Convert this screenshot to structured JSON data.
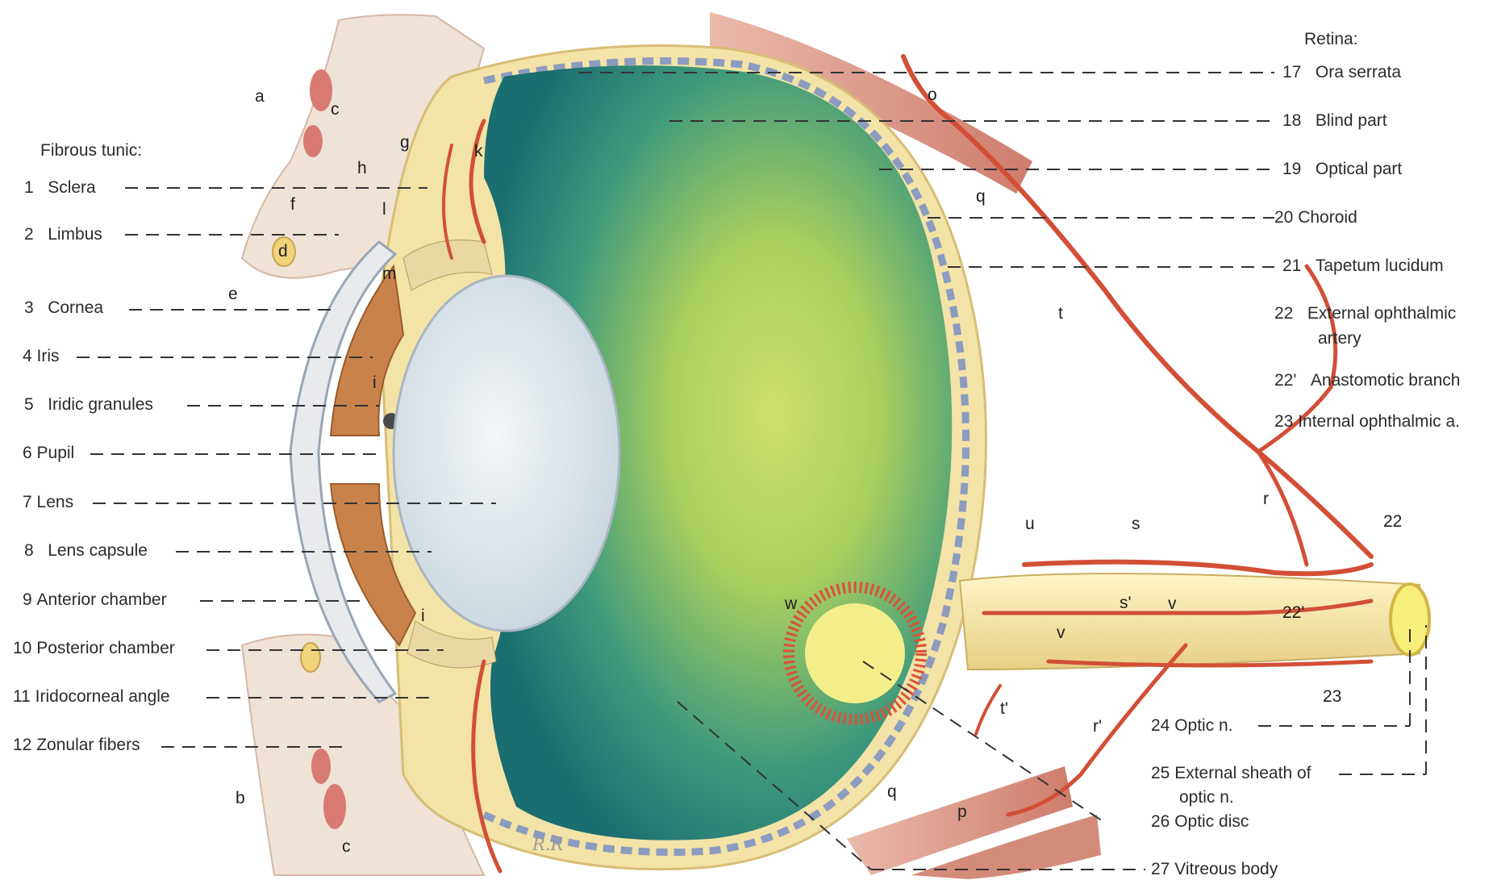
{
  "headers": {
    "left": "Fibrous tunic:",
    "right": "Retina:"
  },
  "left_labels": [
    {
      "num": "1",
      "text": "Sclera"
    },
    {
      "num": "2",
      "text": "Limbus"
    },
    {
      "num": "3",
      "text": "Cornea"
    },
    {
      "num": "4",
      "text": "Iris"
    },
    {
      "num": "5",
      "text": "Iridic granules"
    },
    {
      "num": "6",
      "text": "Pupil"
    },
    {
      "num": "7",
      "text": "Lens"
    },
    {
      "num": "8",
      "text": "Lens capsule"
    },
    {
      "num": "9",
      "text": "Anterior chamber"
    },
    {
      "num": "10",
      "text": "Posterior chamber"
    },
    {
      "num": "11",
      "text": "Iridocorneal angle"
    },
    {
      "num": "12",
      "text": "Zonular fibers"
    }
  ],
  "right_labels": [
    {
      "num": "17",
      "text": "Ora serrata"
    },
    {
      "num": "18",
      "text": "Blind part"
    },
    {
      "num": "19",
      "text": "Optical part"
    },
    {
      "num": "20",
      "text": "Choroid"
    },
    {
      "num": "21",
      "text": "Tapetum lucidum"
    },
    {
      "num": "22",
      "text": "External ophthalmic",
      "text2": "artery"
    },
    {
      "num": "22'",
      "text": "Anastomotic branch"
    },
    {
      "num": "23",
      "text": "Internal ophthalmic a."
    }
  ],
  "bottom_labels": [
    {
      "num": "24",
      "text": "Optic n."
    },
    {
      "num": "25",
      "text": "External sheath of",
      "text2": "optic n."
    },
    {
      "num": "26",
      "text": "Optic disc"
    },
    {
      "num": "27",
      "text": "Vitreous body"
    }
  ],
  "letters": {
    "a": "a",
    "b": "b",
    "c1": "c",
    "c2": "c",
    "d": "d",
    "e": "e",
    "f": "f",
    "g": "g",
    "h": "h",
    "i1": "i",
    "i2": "i",
    "k": "k",
    "l": "l",
    "m": "m",
    "o": "o",
    "p": "p",
    "q1": "q",
    "q2": "q",
    "r1": "r",
    "r2": "r'",
    "s1": "s",
    "s2": "s'",
    "t1": "t",
    "t2": "t'",
    "u": "u",
    "v1": "v",
    "v2": "v",
    "w": "w",
    "n22": "22",
    "n22b": "22'",
    "n23": "23"
  },
  "signature": "R.R",
  "colors": {
    "vitreous_dark": "#1f7a78",
    "vitreous_light": "#c8dc5a",
    "lens": "#dde6ec",
    "iris": "#c9834a",
    "sclera": "#f2e2a8",
    "vessel": "#d9533a",
    "muscle": "#d98b7a",
    "skin": "#f1e6dc"
  }
}
